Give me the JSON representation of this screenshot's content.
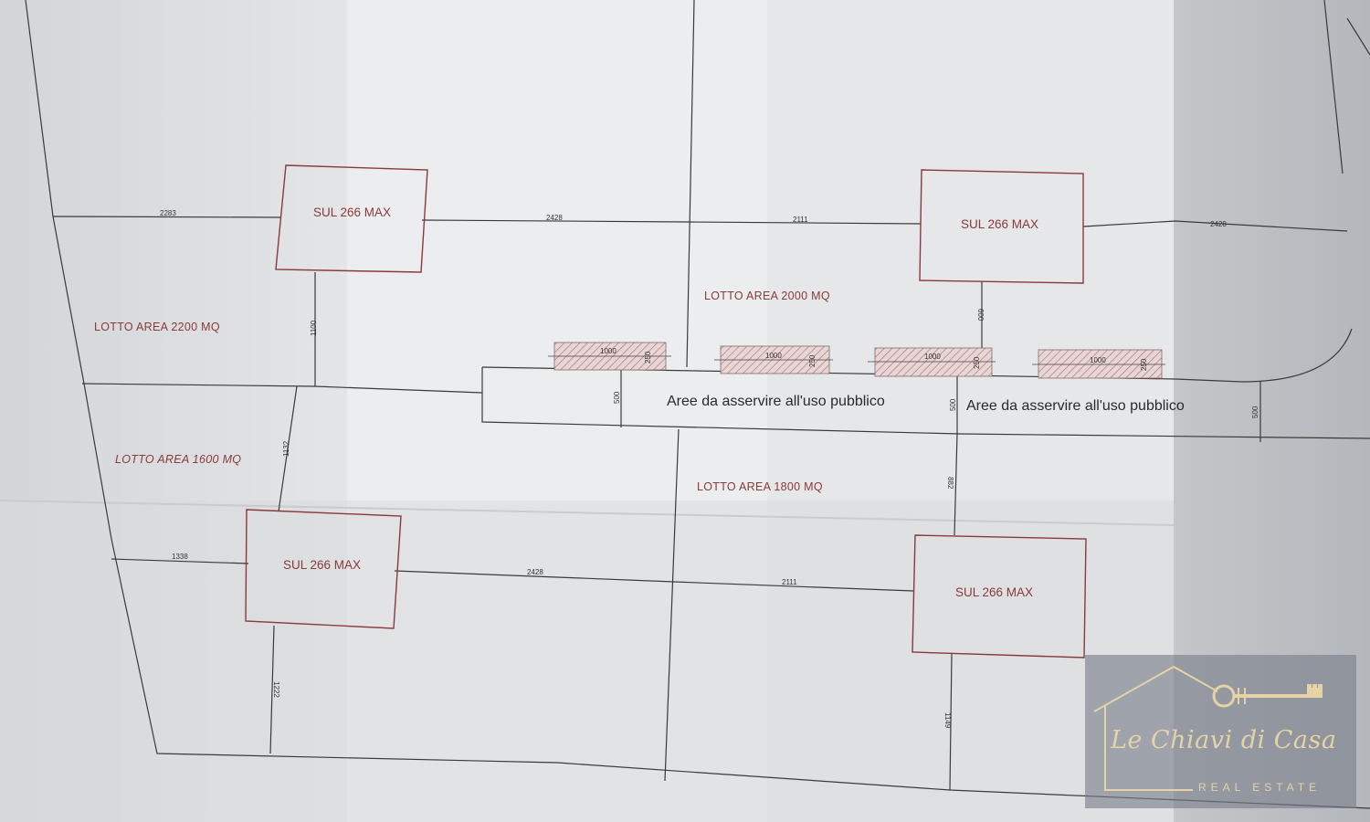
{
  "drawing": {
    "type": "site-plan",
    "lots": [
      {
        "label": "LOTTO  AREA  2200 MQ"
      },
      {
        "label": "LOTTO  AREA  2000 MQ"
      },
      {
        "label": "LOTTO  AREA  1600 MQ"
      },
      {
        "label": "LOTTO  AREA  1800 MQ"
      }
    ],
    "buildings": [
      {
        "label": "SUL 266 MAX"
      },
      {
        "label": "SUL 266 MAX"
      },
      {
        "label": "SUL 266 MAX"
      },
      {
        "label": "SUL 266 MAX"
      }
    ],
    "public_areas": [
      {
        "label": "Aree da asservire all'uso pubblico"
      },
      {
        "label": "Aree da asservire all'uso pubblico"
      }
    ],
    "parking_strips": [
      {
        "length": "1000",
        "width": "250"
      },
      {
        "length": "1000",
        "width": "250"
      },
      {
        "length": "1000",
        "width": "250"
      },
      {
        "length": "1000",
        "width": "250"
      }
    ],
    "dimensions": {
      "top_row": [
        "2283",
        "2428",
        "2111",
        "2428"
      ],
      "bottom_row": [
        "1338",
        "2428",
        "2111"
      ],
      "verticals": [
        "1100",
        "1132",
        "600",
        "882",
        "1222",
        "1149"
      ],
      "road_width": [
        "500",
        "500",
        "500"
      ]
    }
  },
  "watermark": {
    "brand": "Le Chiavi di Casa",
    "tagline": "REAL ESTATE",
    "colors": {
      "gold": "#e5d3a6",
      "panel": "#787e8a"
    }
  }
}
